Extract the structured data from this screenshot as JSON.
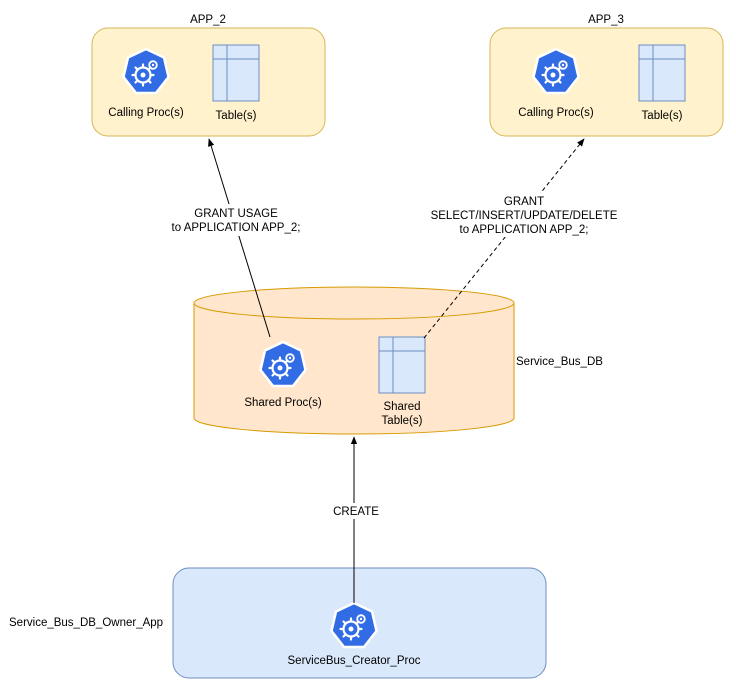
{
  "app2": {
    "title": "APP_2",
    "calling_label": "Calling Proc(s)",
    "table_label": "Table(s)"
  },
  "app3": {
    "title": "APP_3",
    "calling_label": "Calling Proc(s)",
    "table_label": "Table(s)"
  },
  "service_bus_db": {
    "label": "Service_Bus_DB",
    "shared_proc_label": "Shared Proc(s)",
    "shared_table_label_line1": "Shared",
    "shared_table_label_line2": "Table(s)"
  },
  "owner_app": {
    "label": "Service_Bus_DB_Owner_App",
    "proc_label": "ServiceBus_Creator_Proc"
  },
  "edges": {
    "grant_usage_line1": "GRANT USAGE",
    "grant_usage_line2": "to APPLICATION APP_2;",
    "grant_select_line1": "GRANT",
    "grant_select_line2": "SELECT/INSERT/UPDATE/DELETE",
    "grant_select_line3": "to APPLICATION APP_2;",
    "create_label": "CREATE"
  },
  "colors": {
    "app_fill": "#fff2cc",
    "app_stroke": "#d6b656",
    "db_fill": "#ffe6cc",
    "db_stroke": "#d79b00",
    "owner_fill": "#dae8fc",
    "owner_stroke": "#6c8ebf",
    "proc_icon": "#326ce5",
    "table_fill": "#dae8fc",
    "table_stroke": "#6c8ebf"
  },
  "icons": {
    "proc": "kubernetes-gear-icon",
    "table": "table-grid-icon"
  }
}
